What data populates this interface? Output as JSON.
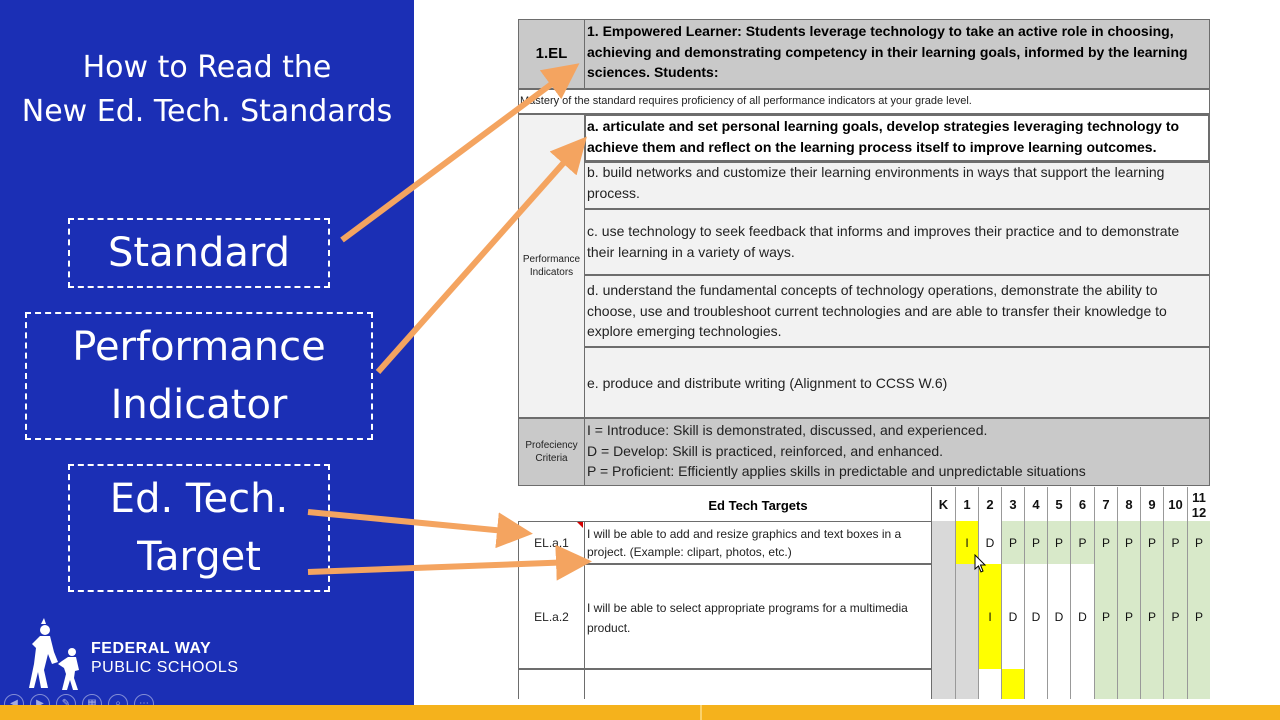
{
  "slide": {
    "title_line1": "How to Read the",
    "title_line2": "New Ed. Tech. Standards",
    "callouts": {
      "standard": "Standard",
      "indicator_line1": "Performance",
      "indicator_line2": "Indicator",
      "target_line1": "Ed. Tech.",
      "target_line2": "Target"
    },
    "logo": {
      "line1": "FEDERAL WAY",
      "line2": "PUBLIC SCHOOLS"
    },
    "colors": {
      "panel": "#1b2fb5",
      "arrow": "#f4a460",
      "bar": "#f5b21c",
      "yellow": "#ffff00",
      "green": "#d8e9c9"
    }
  },
  "doc": {
    "standard_code": "1.EL",
    "standard_text": "1. Empowered Learner: Students leverage technology to take an active role in choosing, achieving and demonstrating competency in their learning goals, informed by the learning sciences. Students:",
    "mastery_note": "Mastery of the standard requires proficiency of all performance indicators at your grade level.",
    "performance_label_1": "Performance",
    "performance_label_2": "Indicators",
    "indicators": {
      "a": "a. articulate and set personal learning goals, develop strategies leveraging technology to achieve them and reflect on the learning process itself to improve learning outcomes.",
      "b": "b. build networks and customize their learning environments in ways that support the learning process.",
      "c": "c. use technology to seek feedback that informs and improves their practice and to demonstrate their learning in a variety of ways.",
      "d": "d. understand the fundamental concepts of technology operations, demonstrate the ability to choose, use and troubleshoot current technologies and are able to transfer their knowledge to explore emerging technologies.",
      "e": "e. produce and distribute writing (Alignment to CCSS W.6)"
    },
    "proficiency_label_1": "Profeciency",
    "proficiency_label_2": "Criteria",
    "criteria": {
      "i": "I = Introduce: Skill is demonstrated, discussed, and experienced.",
      "d": "D = Develop: Skill is practiced, reinforced, and enhanced.",
      "p": "P = Proficient: Efficiently applies skills in predictable and unpredictable situations"
    },
    "targets_header": "Ed Tech Targets",
    "grades": [
      "K",
      "1",
      "2",
      "3",
      "4",
      "5",
      "6",
      "7",
      "8",
      "9",
      "10",
      "11\n12"
    ],
    "rows": [
      {
        "code": "EL.a.1",
        "text": "I will be able to add and resize graphics and text boxes in a project. (Example: clipart, photos, etc.)",
        "levels": [
          "",
          "I",
          "D",
          "P",
          "P",
          "P",
          "P",
          "P",
          "P",
          "P",
          "P",
          "P"
        ]
      },
      {
        "code": "EL.a.2",
        "text": "I will be able to select appropriate programs for a multimedia product.",
        "levels": [
          "",
          "",
          "I",
          "D",
          "D",
          "D",
          "D",
          "P",
          "P",
          "P",
          "P",
          "P"
        ]
      }
    ]
  }
}
